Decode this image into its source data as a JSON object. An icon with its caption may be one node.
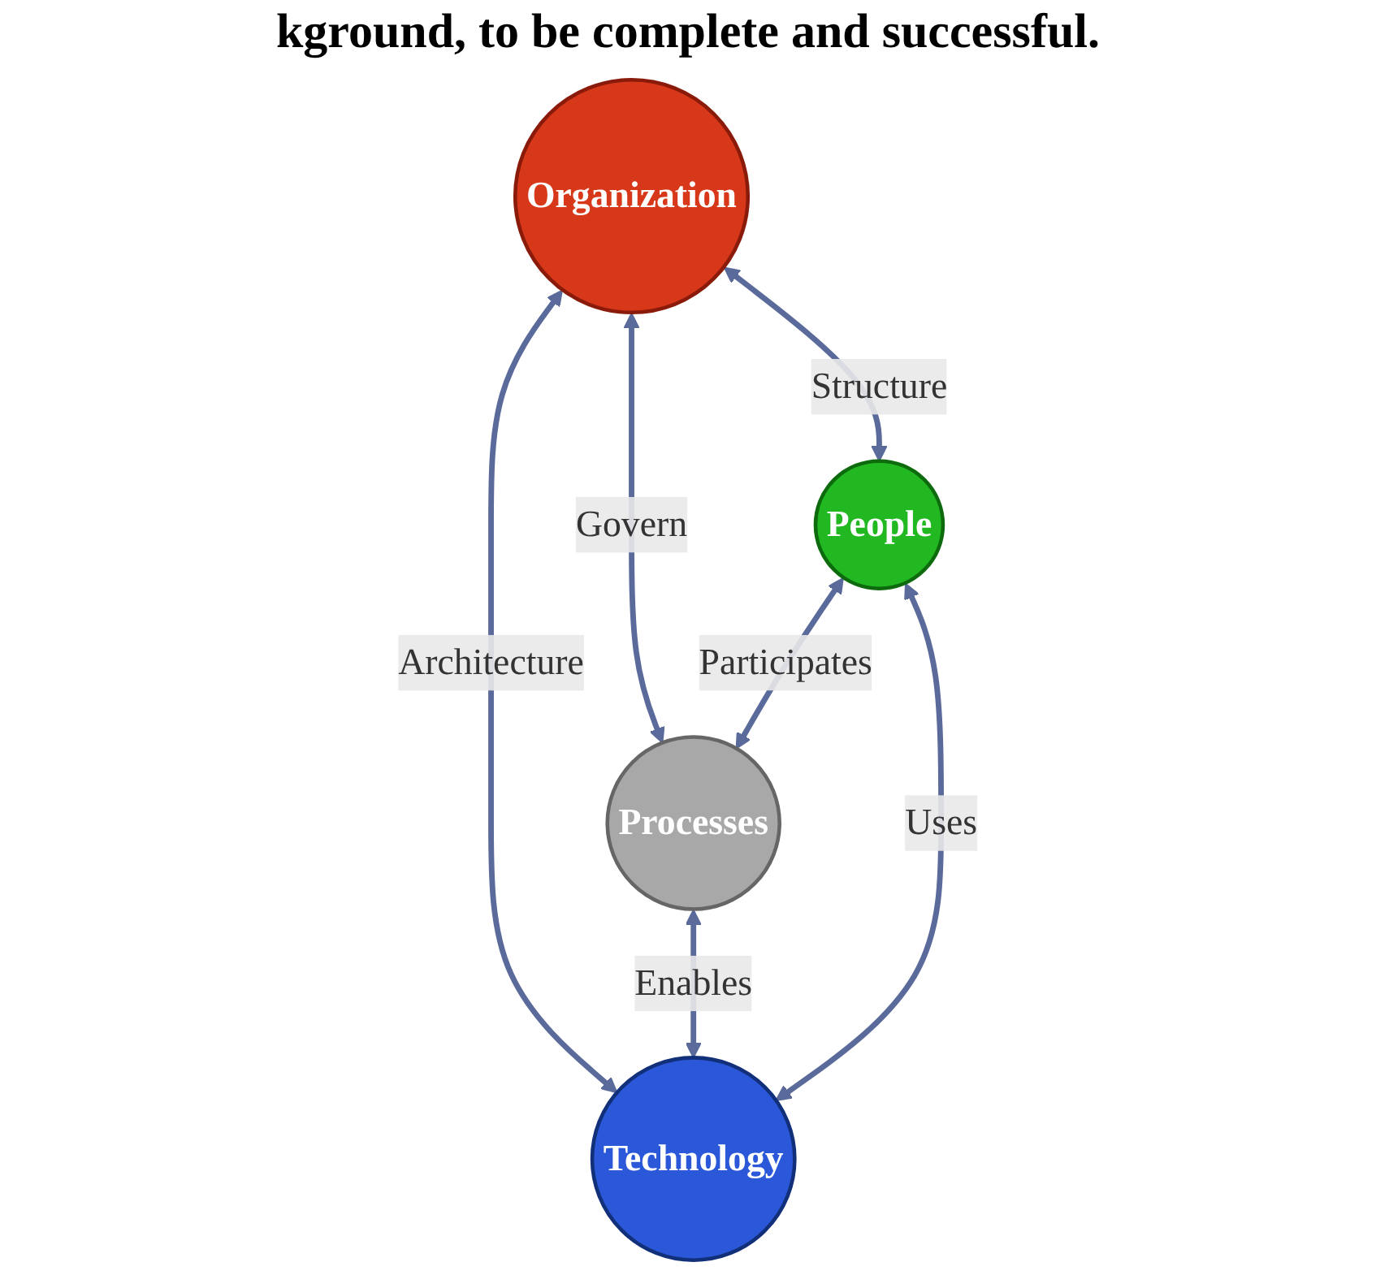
{
  "diagram": {
    "nodes": [
      {
        "text": [
          "Organization"
        ]
      },
      {
        "text": [
          "Processes"
        ]
      },
      {
        "text": [
          "People"
        ]
      },
      {
        "text": [
          "Technology"
        ]
      }
    ],
    "edges": [
      {
        "from": 0,
        "to": 2,
        "arrow": "both",
        "label": "Structure"
      },
      {
        "from": 0,
        "to": 1,
        "arrow": "both",
        "label": "Govern"
      },
      {
        "from": 0,
        "to": 3,
        "arrow": "both",
        "label": "Architecture"
      },
      {
        "from": 2,
        "to": 1,
        "arrow": "both",
        "label": "Participates"
      },
      {
        "from": 1,
        "to": 3,
        "arrow": "both",
        "label": "Enables"
      },
      {
        "from": 2,
        "to": 3,
        "arrow": "both",
        "label": "Uses"
      }
    ],
    "labels": [
      "kground, to be complete and successful."
    ]
  }
}
